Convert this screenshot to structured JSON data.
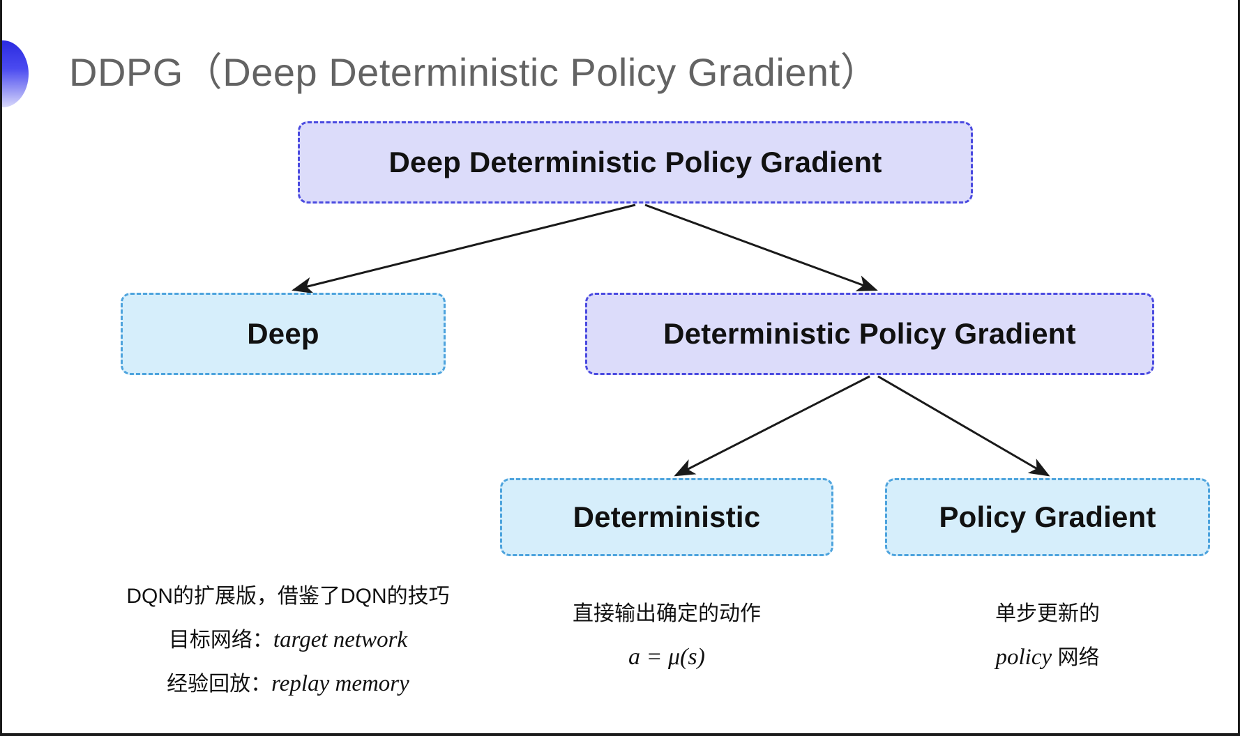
{
  "slide": {
    "title": "DDPG（Deep Deterministic Policy Gradient）",
    "title_color": "#636363",
    "background": "#ffffff",
    "bullet_icon": "gradient-circle-bullet-icon"
  },
  "colors": {
    "purple_fill": "#dcdcfa",
    "purple_border": "#4a4ae0",
    "blue_fill": "#d6eefb",
    "blue_border": "#4da3dd",
    "arrow": "#1a1a1a",
    "text": "#111111"
  },
  "diagram": {
    "type": "tree",
    "nodes": [
      {
        "id": "root",
        "label": "Deep Deterministic Policy Gradient",
        "style": "purple",
        "level": 0
      },
      {
        "id": "deep",
        "label": "Deep",
        "style": "blue",
        "level": 1
      },
      {
        "id": "dpg",
        "label": "Deterministic Policy Gradient",
        "style": "purple",
        "level": 1
      },
      {
        "id": "deterministic",
        "label": "Deterministic",
        "style": "blue",
        "level": 2
      },
      {
        "id": "policy_gradient",
        "label": "Policy Gradient",
        "style": "blue",
        "level": 2
      }
    ],
    "edges": [
      {
        "from": "root",
        "to": "deep",
        "arrow": "end"
      },
      {
        "from": "root",
        "to": "dpg",
        "arrow": "end"
      },
      {
        "from": "dpg",
        "to": "deterministic",
        "arrow": "end"
      },
      {
        "from": "dpg",
        "to": "policy_gradient",
        "arrow": "end"
      }
    ]
  },
  "captions": {
    "deep": {
      "line1": "DQN的扩展版，借鉴了DQN的技巧",
      "line2_label": "目标网络：",
      "line2_term": "target network",
      "line3_label": "经验回放：",
      "line3_term": "replay memory"
    },
    "deterministic": {
      "line1": "直接输出确定的动作",
      "formula": "a = μ(s)"
    },
    "policy_gradient": {
      "line1": "单步更新的",
      "line2_term": "policy",
      "line2_suffix": " 网络"
    }
  }
}
